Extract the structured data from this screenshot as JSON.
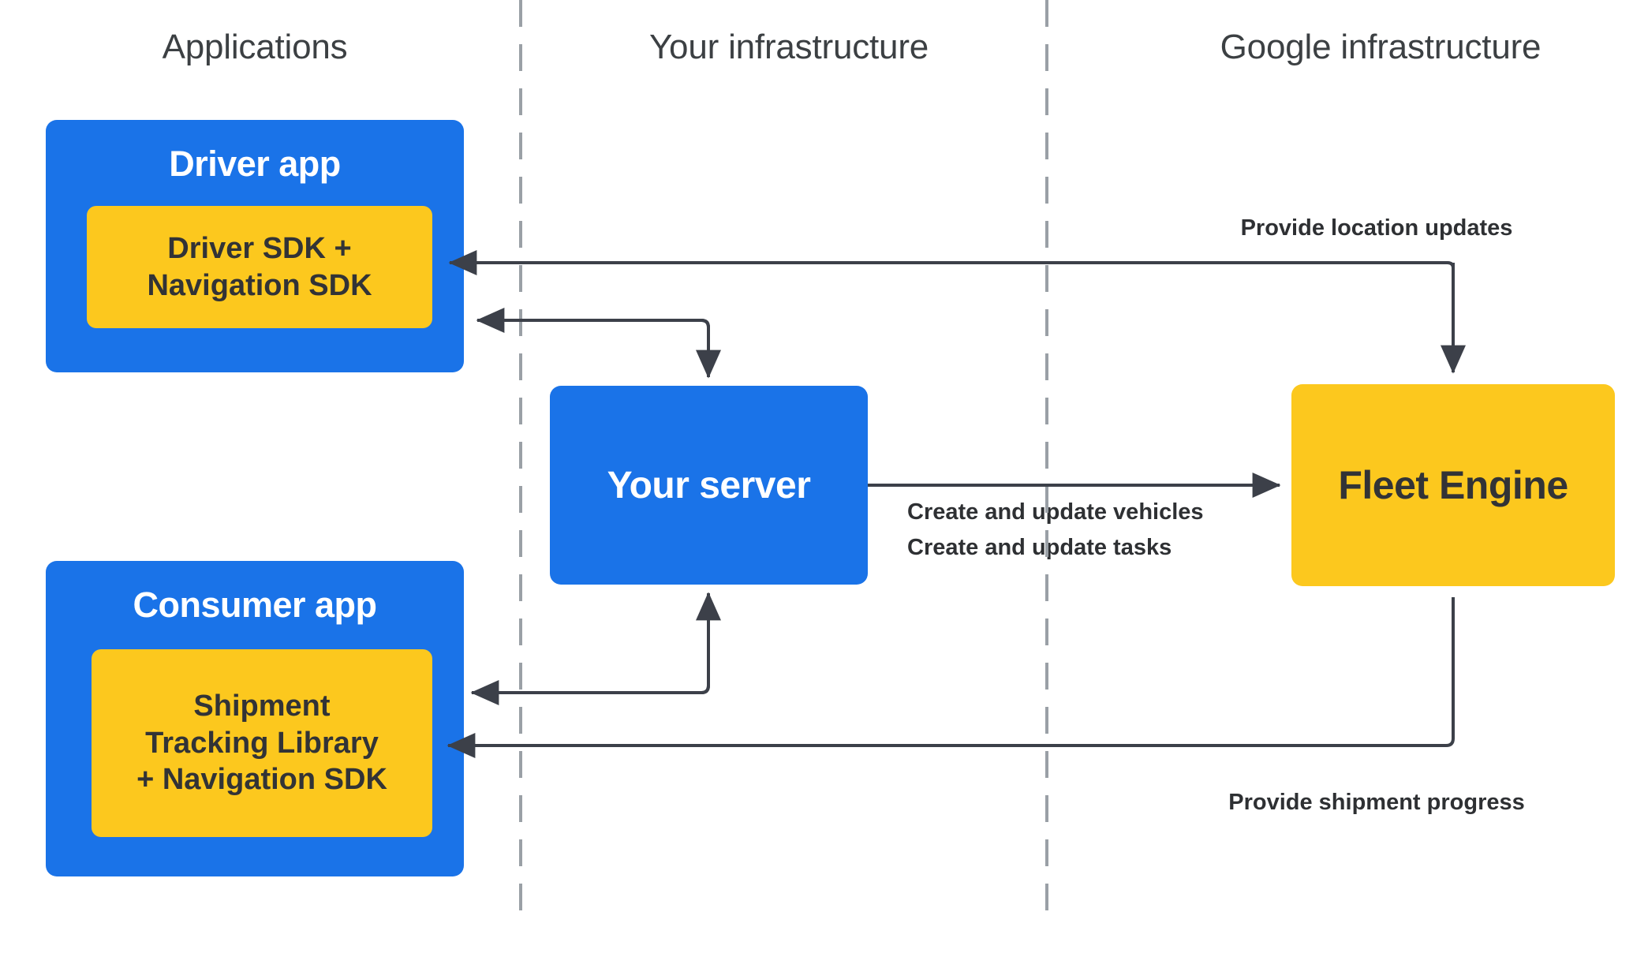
{
  "columns": [
    {
      "id": "applications",
      "label": "Applications"
    },
    {
      "id": "your-infrastructure",
      "label": "Your infrastructure"
    },
    {
      "id": "google-infrastructure",
      "label": "Google infrastructure"
    }
  ],
  "nodes": {
    "driver_app": {
      "title": "Driver app",
      "sdk_line1": "Driver SDK +",
      "sdk_line2": "Navigation SDK"
    },
    "consumer_app": {
      "title": "Consumer app",
      "sdk_line1": "Shipment",
      "sdk_line2": "Tracking Library",
      "sdk_line3": "+ Navigation SDK"
    },
    "your_server": {
      "title": "Your server"
    },
    "fleet_engine": {
      "title": "Fleet Engine"
    }
  },
  "edge_labels": {
    "provide_location_updates": "Provide location updates",
    "create_update_vehicles": "Create and update vehicles",
    "create_update_tasks": "Create and update tasks",
    "provide_shipment_progress": "Provide shipment progress"
  },
  "colors": {
    "blue": "#1a73e8",
    "yellow": "#fcc81e",
    "arrow": "#3c4049",
    "divider": "#9aa0a6",
    "header_text": "#3c4043",
    "dark_text": "#323336",
    "background": "#ffffff"
  }
}
